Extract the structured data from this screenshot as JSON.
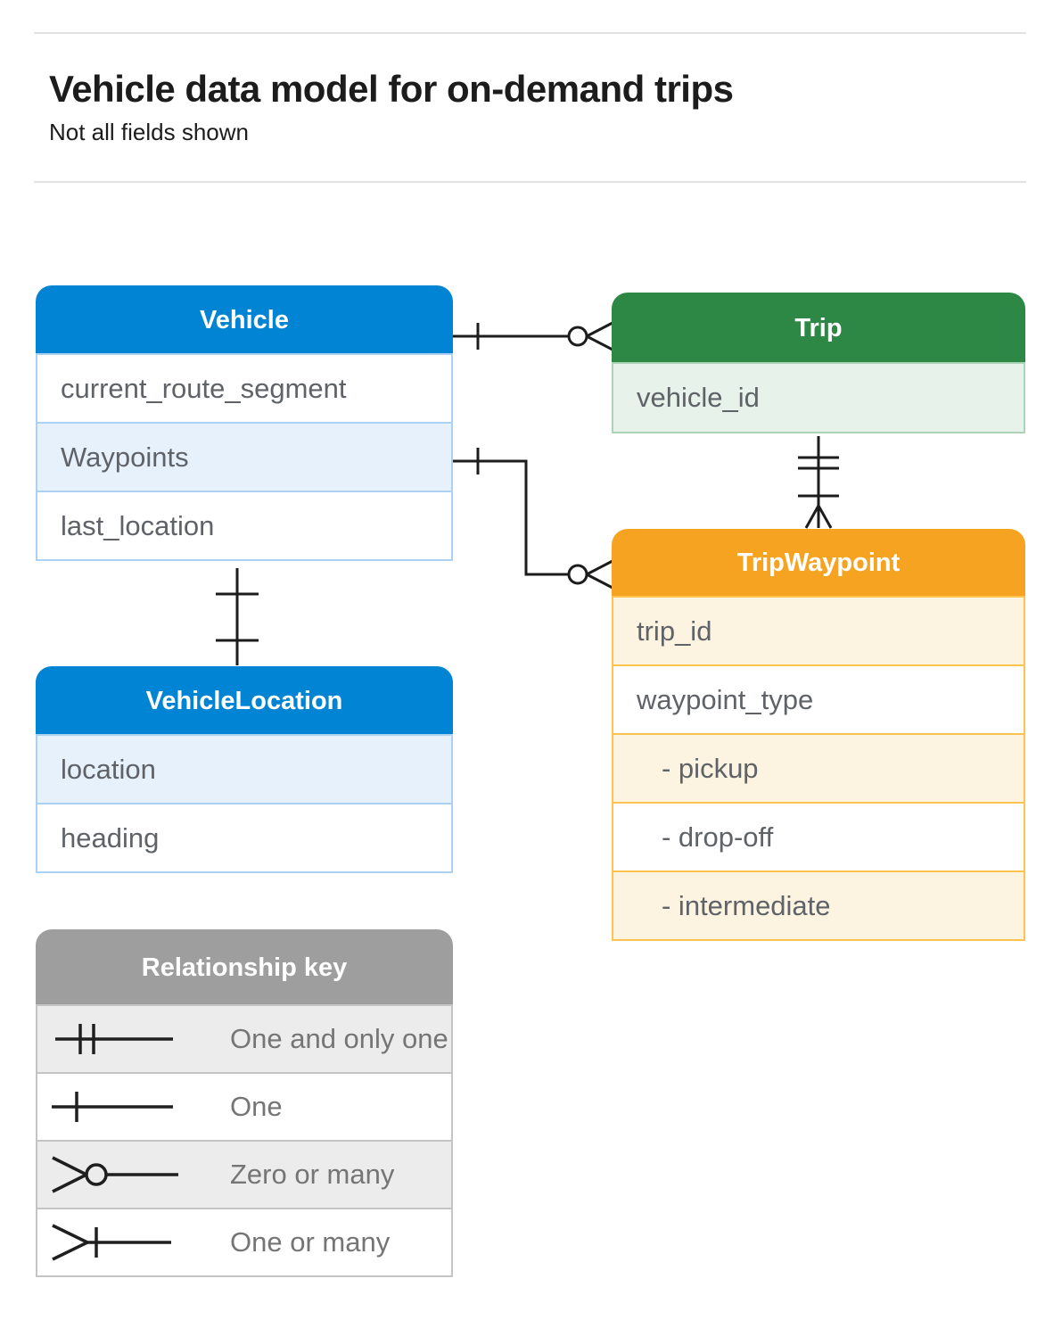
{
  "page": {
    "title": "Vehicle data model for on-demand trips",
    "subtitle": "Not all fields shown"
  },
  "colors": {
    "vehicle_header_blue": "#0284d4",
    "vehicle_row_shade_blue": "#e7f1fc",
    "trip_header_green": "#2d8745",
    "trip_row_shade_green": "#e7f2ea",
    "tripwaypoint_header_orange": "#f7a322",
    "tripwaypoint_row_shade_orange": "#fdf3e1",
    "legend_header_gray": "#9e9e9e",
    "legend_row_shade_gray": "#ececec",
    "row_text": "#5f6368",
    "connector_black": "#1c1c1c"
  },
  "entities": [
    {
      "title": "Vehicle",
      "theme": "blue",
      "rows": [
        {
          "label": "current_route_segment"
        },
        {
          "label": "Waypoints"
        },
        {
          "label": "last_location"
        }
      ]
    },
    {
      "title": "Trip",
      "theme": "green",
      "rows": [
        {
          "label": "vehicle_id"
        }
      ]
    },
    {
      "title": "TripWaypoint",
      "theme": "orange",
      "rows": [
        {
          "label": "trip_id"
        },
        {
          "label": "waypoint_type"
        },
        {
          "label": "- pickup"
        },
        {
          "label": "- drop-off"
        },
        {
          "label": "- intermediate"
        }
      ]
    },
    {
      "title": "VehicleLocation",
      "theme": "blue",
      "rows": [
        {
          "label": "location"
        },
        {
          "label": "heading"
        }
      ]
    }
  ],
  "legend": {
    "title": "Relationship key",
    "items": [
      {
        "symbol": "one-and-only-one",
        "label": "One and only one"
      },
      {
        "symbol": "one",
        "label": "One"
      },
      {
        "symbol": "zero-or-many",
        "label": "Zero or many"
      },
      {
        "symbol": "one-or-many",
        "label": "One or many"
      }
    ]
  },
  "relationships": [
    {
      "from": "Vehicle",
      "to": "Trip",
      "from_cardinality": "one",
      "to_cardinality": "zero-or-many"
    },
    {
      "from": "Vehicle.Waypoints",
      "to": "TripWaypoint",
      "from_cardinality": "one",
      "to_cardinality": "zero-or-many"
    },
    {
      "from": "Trip",
      "to": "TripWaypoint",
      "from_cardinality": "one-and-only-one",
      "to_cardinality": "one-or-many"
    },
    {
      "from": "Vehicle",
      "to": "VehicleLocation",
      "from_cardinality": "one",
      "to_cardinality": "one"
    }
  ]
}
